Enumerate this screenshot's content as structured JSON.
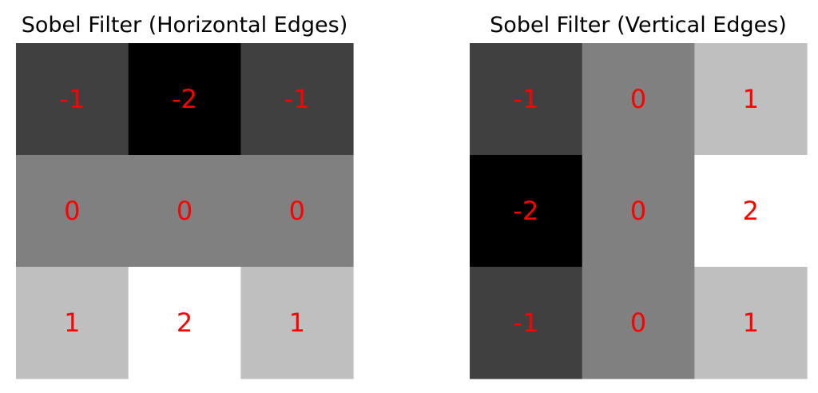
{
  "chart_data": [
    {
      "type": "heatmap",
      "title": "Sobel Filter (Horizontal Edges)",
      "colormap": "gray",
      "vmin": -2,
      "vmax": 2,
      "annotation_color": "#ff0000",
      "matrix": [
        [
          -1,
          -2,
          -1
        ],
        [
          0,
          0,
          0
        ],
        [
          1,
          2,
          1
        ]
      ],
      "labels": [
        [
          "-1",
          "-2",
          "-1"
        ],
        [
          "0",
          "0",
          "0"
        ],
        [
          "1",
          "2",
          "1"
        ]
      ]
    },
    {
      "type": "heatmap",
      "title": "Sobel Filter (Vertical Edges)",
      "colormap": "gray",
      "vmin": -2,
      "vmax": 2,
      "annotation_color": "#ff0000",
      "matrix": [
        [
          -1,
          0,
          1
        ],
        [
          -2,
          0,
          2
        ],
        [
          -1,
          0,
          1
        ]
      ],
      "labels": [
        [
          "-1",
          "0",
          "1"
        ],
        [
          "-2",
          "0",
          "2"
        ],
        [
          "-1",
          "0",
          "1"
        ]
      ]
    }
  ]
}
